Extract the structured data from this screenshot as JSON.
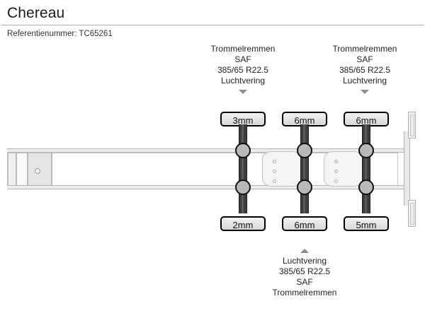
{
  "header": {
    "title": "Chereau",
    "reference_label": "Referentienummer: TC65261"
  },
  "diagram": {
    "top_notes": [
      {
        "lines": [
          "Trommelremmen",
          "SAF",
          "385/65 R22.5",
          "Luchtvering"
        ],
        "arrow": "triangle-down-icon"
      },
      {
        "lines": [
          "Trommelremmen",
          "SAF",
          "385/65 R22.5",
          "Luchtvering"
        ],
        "arrow": "triangle-down-icon"
      }
    ],
    "bottom_note": {
      "arrow": "triangle-up-icon",
      "lines": [
        "Luchtvering",
        "385/65 R22.5",
        "SAF",
        "Trommelremmen"
      ]
    },
    "top_badges": [
      {
        "value": "3mm"
      },
      {
        "value": "6mm"
      },
      {
        "value": "6mm"
      }
    ],
    "bottom_badges": [
      {
        "value": "2mm"
      },
      {
        "value": "6mm"
      },
      {
        "value": "5mm"
      }
    ],
    "colors": {
      "badge_border": "#000000",
      "axle": "#3d3d3d",
      "hub": "#b9b9b9",
      "rail": "#ededed",
      "arrow": "#8d8d8d",
      "text": "#222222"
    }
  }
}
